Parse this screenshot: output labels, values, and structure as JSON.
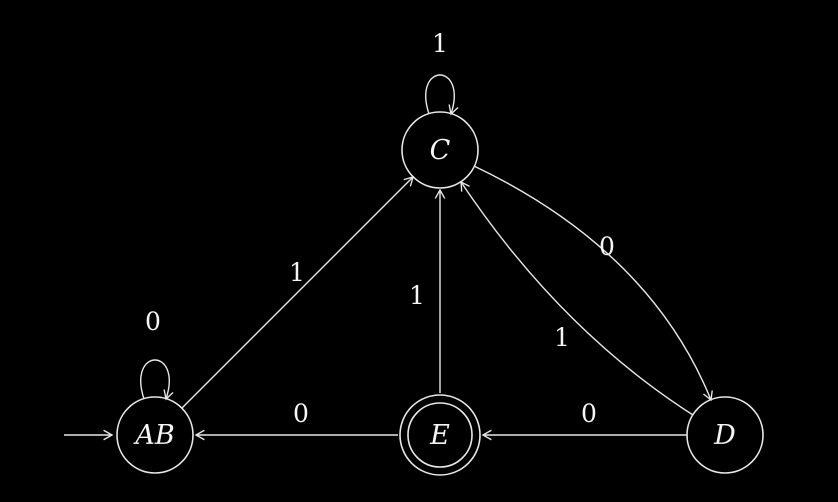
{
  "diagram": {
    "type": "finite-state-automaton",
    "colors": {
      "background": "#000000",
      "stroke": "#e8e8e8",
      "text": "#f5f5f5"
    },
    "states": [
      {
        "id": "C",
        "label": "C",
        "accepting": false,
        "initial": false
      },
      {
        "id": "AB",
        "label": "AB",
        "accepting": false,
        "initial": true
      },
      {
        "id": "E",
        "label": "E",
        "accepting": true,
        "initial": false
      },
      {
        "id": "D",
        "label": "D",
        "accepting": false,
        "initial": false
      }
    ],
    "transitions": [
      {
        "from": "C",
        "to": "C",
        "label": "1"
      },
      {
        "from": "AB",
        "to": "AB",
        "label": "0"
      },
      {
        "from": "AB",
        "to": "C",
        "label": "1"
      },
      {
        "from": "E",
        "to": "C",
        "label": "1"
      },
      {
        "from": "C",
        "to": "D",
        "label": "0"
      },
      {
        "from": "D",
        "to": "C",
        "label": "1"
      },
      {
        "from": "E",
        "to": "AB",
        "label": "0"
      },
      {
        "from": "D",
        "to": "E",
        "label": "0"
      }
    ]
  }
}
